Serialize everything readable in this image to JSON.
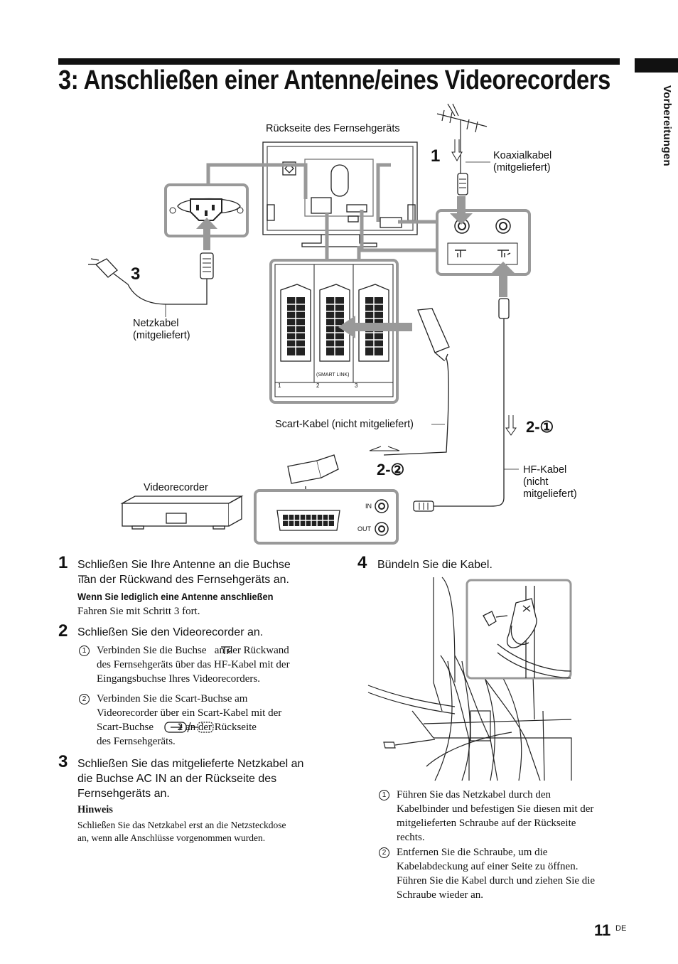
{
  "header": {
    "title": "3: Anschließen einer Antenne/eines Videorecorders",
    "section_tab": "Vorbereitungen"
  },
  "diagram": {
    "label_tv_back": "Rückseite des Fernsehgeräts",
    "label_coax": "Koaxialkabel\n(mitgeliefert)",
    "label_power": "Netzkabel\n(mitgeliefert)",
    "label_scart": "Scart-Kabel (nicht mitgeliefert)",
    "label_rf": "HF-Kabel\n(nicht\nmitgeliefert)",
    "label_vcr": "Videorecorder",
    "label_smart_link": "(SMART LINK)",
    "label_in": "IN",
    "label_out": "OUT",
    "scart_num_1": "1",
    "scart_num_2": "2",
    "scart_num_3": "3",
    "callout_1": "1",
    "callout_3": "3",
    "callout_2_1": "2-①",
    "callout_2_2": "2-②"
  },
  "steps": {
    "s1_num": "1",
    "s1_text": "Schließen Sie Ihre Antenne an die Buchse\n  an der Rückwand des Fernsehgeräts an.",
    "s1_subhead": "Wenn Sie lediglich eine Antenne anschließen",
    "s1_sub": "Fahren Sie mit Schritt 3 fort.",
    "s2_num": "2",
    "s2_text": "Schließen Sie den Videorecorder an.",
    "s2_item1_marker": "1",
    "s2_item1": "Verbinden Sie die Buchse   an der Rückwand\ndes Fernsehgeräts über das HF-Kabel mit der\nEingangsbuchse Ihres Videorecorders.",
    "s2_item2_marker": "2",
    "s2_item2": "Verbinden Sie die Scart-Buchse am\nVideorecorder über ein Scart-Kabel mit der\nScart-Buchse         2 an der Rückseite\ndes Fernsehgeräts.",
    "s3_num": "3",
    "s3_text": "Schließen Sie das mitgelieferte Netzkabel an\ndie Buchse AC IN an der Rückseite des\nFernsehgeräts an.",
    "hinweis_head": "Hinweis",
    "hinweis": "Schließen Sie das Netzkabel erst an die Netzsteckdose\nan, wenn alle Anschlüsse vorgenommen wurden.",
    "s4_num": "4",
    "s4_text": "Bündeln Sie die Kabel.",
    "s4_item1_marker": "1",
    "s4_item1": "Führen Sie das Netzkabel durch den\nKabelbinder und befestigen Sie diesen mit der\nmitgelieferten Schraube auf der Rückseite\nrechts.",
    "s4_item2_marker": "2",
    "s4_item2": "Entfernen Sie die Schraube, um die\nKabelabdeckung auf einer Seite zu öffnen.\nFühren Sie die Kabel durch und ziehen Sie die\nSchraube wieder an."
  },
  "footer": {
    "page_number": "11",
    "lang": "DE"
  }
}
